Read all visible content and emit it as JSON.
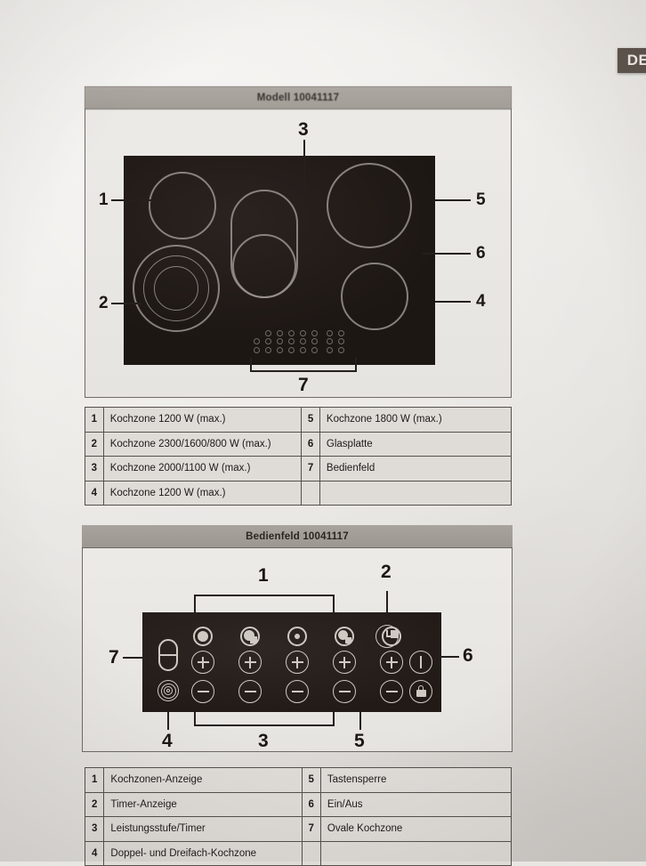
{
  "language_tab": {
    "label": "DE"
  },
  "figure_cooktop": {
    "title": "Modell 10041117",
    "callouts": {
      "c1": "1",
      "c2": "2",
      "c3": "3",
      "c4": "4",
      "c5": "5",
      "c6": "6",
      "c7": "7"
    }
  },
  "figure_panel": {
    "title": "Bedienfeld 10041117",
    "callouts": {
      "c1": "1",
      "c2": "2",
      "c3": "3",
      "c4": "4",
      "c5": "5",
      "c6": "6",
      "c7": "7"
    }
  },
  "legend_cooktop": {
    "rows": [
      {
        "left_num": "1",
        "left_text": "Kochzone 1200 W (max.)",
        "right_num": "5",
        "right_text": "Kochzone 1800 W (max.)"
      },
      {
        "left_num": "2",
        "left_text": "Kochzone 2300/1600/800 W (max.)",
        "right_num": "6",
        "right_text": "Glasplatte"
      },
      {
        "left_num": "3",
        "left_text": "Kochzone 2000/1100 W (max.)",
        "right_num": "7",
        "right_text": "Bedienfeld"
      },
      {
        "left_num": "4",
        "left_text": "Kochzone 1200 W (max.)",
        "right_num": "",
        "right_text": ""
      }
    ]
  },
  "legend_panel": {
    "rows": [
      {
        "left_num": "1",
        "left_text": "Kochzonen-Anzeige",
        "right_num": "5",
        "right_text": "Tastensperre"
      },
      {
        "left_num": "2",
        "left_text": "Timer-Anzeige",
        "right_num": "6",
        "right_text": "Ein/Aus"
      },
      {
        "left_num": "3",
        "left_text": "Leistungsstufe/Timer",
        "right_num": "7",
        "right_text": "Ovale Kochzone"
      },
      {
        "left_num": "4",
        "left_text": "Doppel- und Dreifach-Kochzone",
        "right_num": "",
        "right_text": ""
      }
    ]
  },
  "colors": {
    "page_background": "#e8e6e2",
    "cooktop_surface": "#211a17",
    "panel_surface": "#261f1c",
    "title_bar": "#a9a39d",
    "table_cell": "#dfdcd8",
    "tab_background": "#5d534c"
  }
}
